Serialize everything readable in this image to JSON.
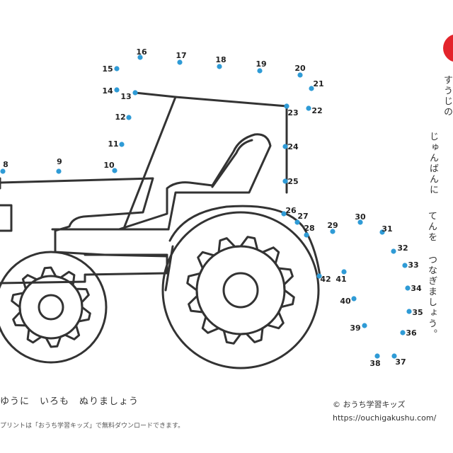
{
  "instructions": {
    "col1": "すうじの",
    "col2": "じゅんばんに",
    "col3": "てんを",
    "col4": "つなぎましょう。"
  },
  "color_instruction": "ゆうに　いろも　ぬりましょう",
  "print_note": "プリントは「おうち学習キッズ」で無料ダウンロードできます。",
  "copyright": "© おうち学習キッズ",
  "site_url": "https://ouchigakushu.com/",
  "colors": {
    "dot": "#2f9bd6",
    "line": "#333333",
    "accent": "#e3242b"
  },
  "icons": [
    "tractor-outline"
  ],
  "dots": [
    {
      "n": "8"
    },
    {
      "n": "9"
    },
    {
      "n": "10"
    },
    {
      "n": "11"
    },
    {
      "n": "12"
    },
    {
      "n": "13"
    },
    {
      "n": "14"
    },
    {
      "n": "15"
    },
    {
      "n": "16"
    },
    {
      "n": "17"
    },
    {
      "n": "18"
    },
    {
      "n": "19"
    },
    {
      "n": "20"
    },
    {
      "n": "21"
    },
    {
      "n": "22"
    },
    {
      "n": "23"
    },
    {
      "n": "24"
    },
    {
      "n": "25"
    },
    {
      "n": "26"
    },
    {
      "n": "27"
    },
    {
      "n": "28"
    },
    {
      "n": "29"
    },
    {
      "n": "30"
    },
    {
      "n": "31"
    },
    {
      "n": "32"
    },
    {
      "n": "33"
    },
    {
      "n": "34"
    },
    {
      "n": "35"
    },
    {
      "n": "36"
    },
    {
      "n": "37"
    },
    {
      "n": "38"
    },
    {
      "n": "39"
    },
    {
      "n": "40"
    },
    {
      "n": "41"
    },
    {
      "n": "42"
    }
  ]
}
